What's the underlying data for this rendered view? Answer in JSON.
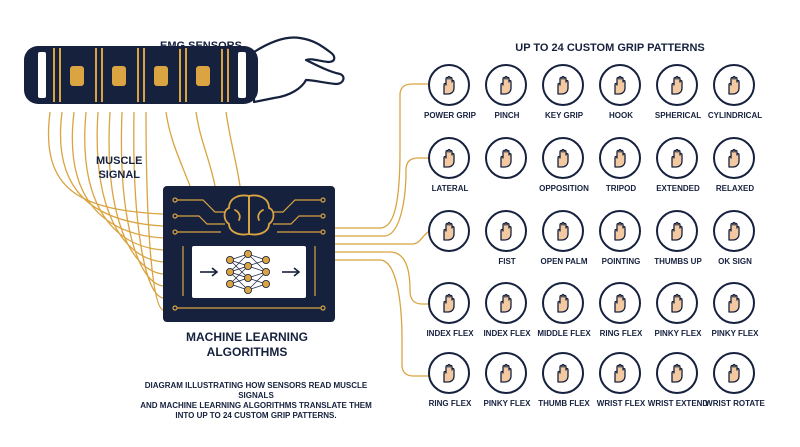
{
  "labels": {
    "emg_sensors": "EMG SENSORS",
    "muscle_signal_line1": "MUSCLE",
    "muscle_signal_line2": "SIGNAL",
    "ml_line1": "MACHINE LEARNING",
    "ml_line2": "ALGORITHMS",
    "grid_title": "UP TO 24 CUSTOM GRIP PATTERNS"
  },
  "caption": {
    "line1": "DIAGRAM ILLUSTRATING HOW SENSORS READ MUSCLE SIGNALS",
    "line2": "AND MACHINE LEARNING ALGORITHMS TRANSLATE THEM",
    "line3": "INTO UP TO 24 CUSTOM GRIP PATTERNS."
  },
  "colors": {
    "navy": "#16213e",
    "gold": "#d9a441",
    "skin": "#f2c9a0"
  },
  "grips": [
    {
      "label": "POWER GRIP",
      "icon": "fist-hand-icon"
    },
    {
      "label": "PINCH",
      "icon": "pinch-hand-icon"
    },
    {
      "label": "KEY GRIP",
      "icon": "key-grip-icon"
    },
    {
      "label": "HOOK",
      "icon": "hook-hand-icon"
    },
    {
      "label": "SPHERICAL",
      "icon": "sphere-hand-icon"
    },
    {
      "label": "CYLINDRICAL",
      "icon": "cylinder-hand-icon"
    },
    {
      "label": "LATERAL",
      "icon": "lateral-hand-icon"
    },
    {
      "label": "",
      "icon": "open-hand-icon"
    },
    {
      "label": "OPPOSITION",
      "icon": "opposition-hand-icon"
    },
    {
      "label": "TRIPOD",
      "icon": "tripod-icon"
    },
    {
      "label": "EXTENDED",
      "icon": "extended-hand-icon"
    },
    {
      "label": "RELAXED",
      "icon": "relaxed-hand-icon"
    },
    {
      "label": "",
      "icon": "thumb-point-icon"
    },
    {
      "label": "FIST",
      "icon": "fist-icon"
    },
    {
      "label": "OPEN PALM",
      "icon": "open-palm-icon"
    },
    {
      "label": "POINTING",
      "icon": "pointing-hand-icon"
    },
    {
      "label": "THUMBS UP",
      "icon": "thumbs-up-icon"
    },
    {
      "label": "OK SIGN",
      "icon": "ok-sign-icon"
    },
    {
      "label": "INDEX FLEX",
      "icon": "index-flex-icon"
    },
    {
      "label": "INDEX FLEX",
      "icon": "index-flex-alt-icon"
    },
    {
      "label": "MIDDLE FLEX",
      "icon": "middle-flex-icon"
    },
    {
      "label": "RING FLEX",
      "icon": "ring-flex-icon"
    },
    {
      "label": "PINKY FLEX",
      "icon": "pinky-flex-icon"
    },
    {
      "label": "PINKY FLEX",
      "icon": "pinky-flex-alt-icon"
    },
    {
      "label": "RING FLEX",
      "icon": "ring-flex-alt-icon"
    },
    {
      "label": "PINKY FLEX",
      "icon": "pinky-flex-point-icon"
    },
    {
      "label": "THUMB FLEX",
      "icon": "thumb-flex-icon"
    },
    {
      "label": "WRIST FLEX",
      "icon": "wrist-flex-icon"
    },
    {
      "label": "WRIST EXTEND",
      "icon": "wrist-extend-icon"
    },
    {
      "label": "WRIST ROTATE",
      "icon": "wrist-rotate-icon"
    }
  ]
}
